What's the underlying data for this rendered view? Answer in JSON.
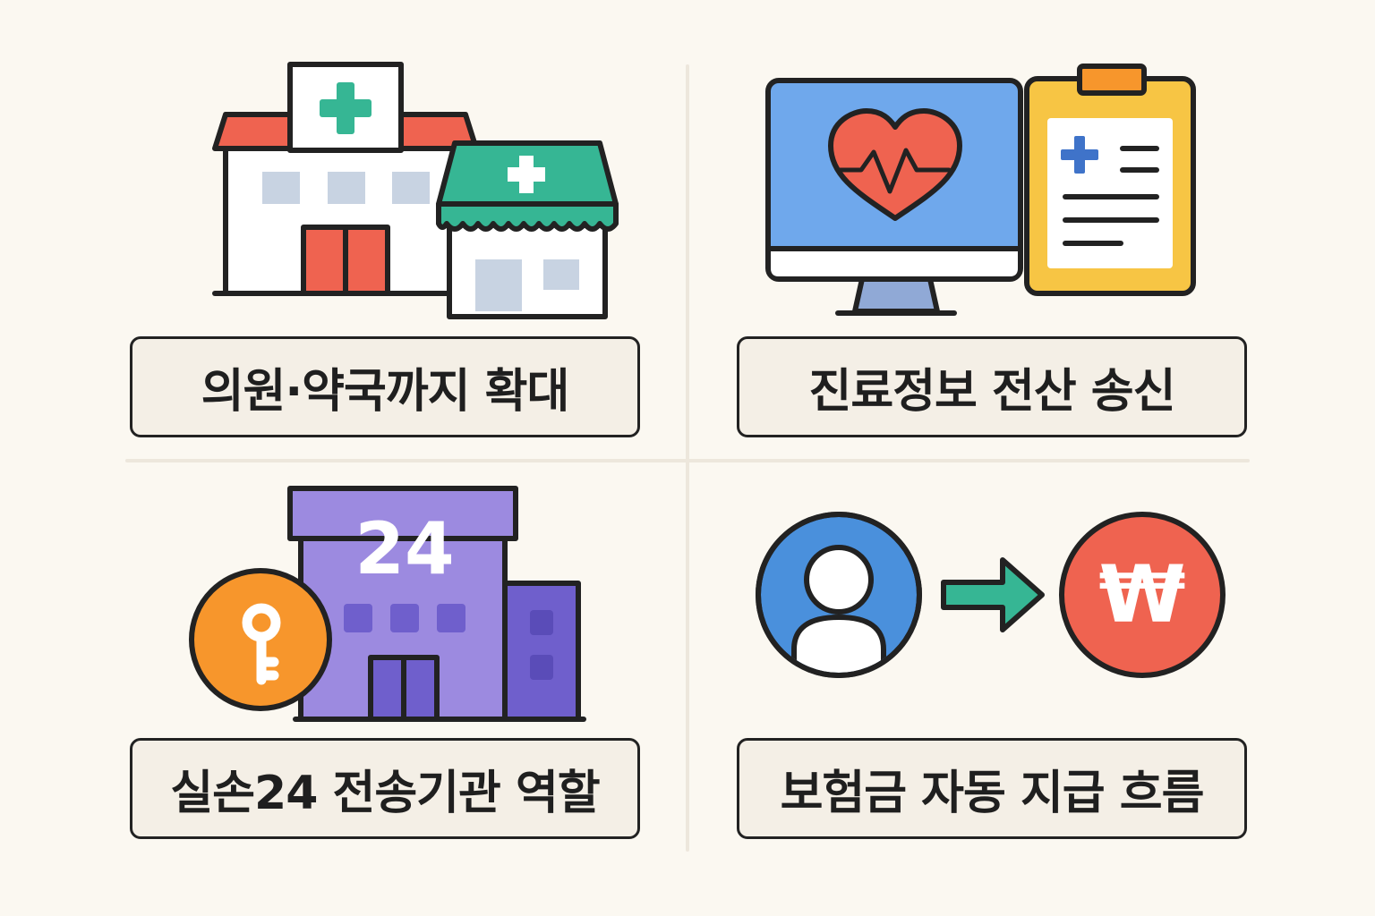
{
  "panels": [
    {
      "label": "의원·약국까지 확대",
      "icon": "hospital-and-pharmacy-icon"
    },
    {
      "label": "진료정보 전산 송신",
      "icon": "monitor-heart-and-clipboard-icon"
    },
    {
      "label": "실손24 전송기관 역할",
      "icon": "building-24-and-key-icon",
      "building_number": "24"
    },
    {
      "label": "보험금 자동 지급 흐름",
      "icon": "user-arrow-won-icon",
      "currency_symbol": "₩"
    }
  ],
  "colors": {
    "background": "#fbf8f1",
    "outline": "#222222",
    "red": "#ef6350",
    "teal": "#36b694",
    "blue": "#6fa8ec",
    "yellow": "#f7c544",
    "orange": "#f7962c",
    "purple": "#9c8ae0",
    "dark_purple": "#6f5fcc"
  }
}
